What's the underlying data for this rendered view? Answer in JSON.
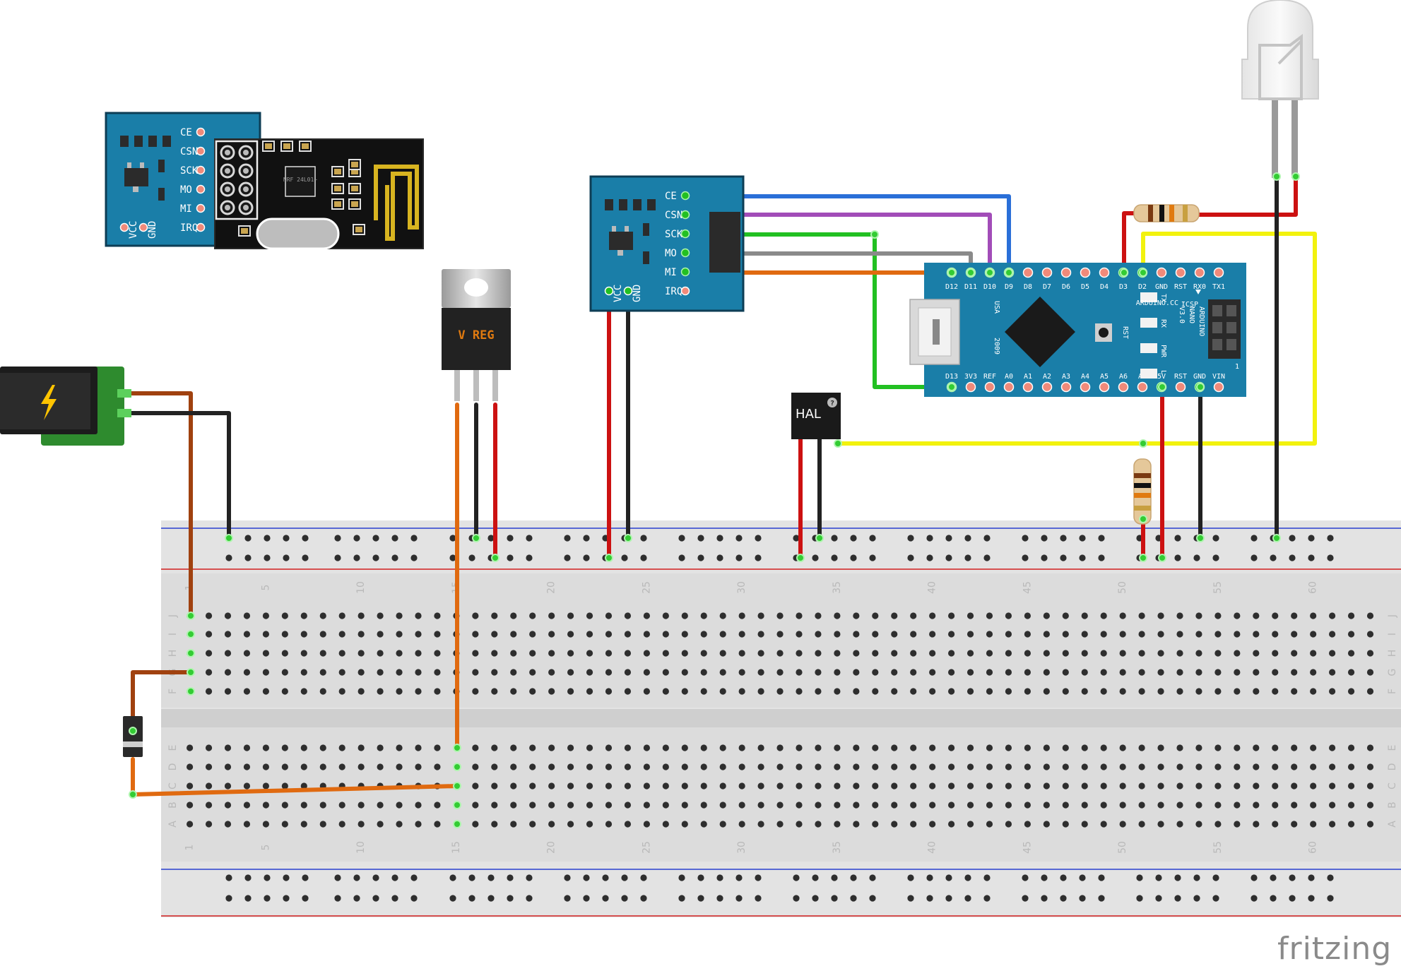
{
  "watermark": "fritzing",
  "modules": {
    "nrf_front": {
      "pins": [
        "CE",
        "CSN",
        "SCK",
        "MO",
        "MI",
        "IRQ"
      ],
      "bottom_pins": [
        "VCC",
        "GND"
      ]
    },
    "nrf_back": {
      "chip": "NRF 24L01+"
    },
    "nrf_connected": {
      "pins": [
        "CE",
        "CSN",
        "SCK",
        "MO",
        "MI",
        "IRQ"
      ],
      "bottom_pins": [
        "VCC",
        "GND"
      ]
    }
  },
  "regulator": {
    "label": "V REG"
  },
  "hall": {
    "label": "HAL",
    "badge": "?"
  },
  "arduino": {
    "top_pins": [
      "D12",
      "D11",
      "D10",
      "D9",
      "D8",
      "D7",
      "D6",
      "D5",
      "D4",
      "D3",
      "D2",
      "GND",
      "RST",
      "RX0",
      "TX1"
    ],
    "bottom_pins": [
      "D13",
      "3V3",
      "REF",
      "A0",
      "A1",
      "A2",
      "A3",
      "A4",
      "A5",
      "A6",
      "A7",
      "5V",
      "RST",
      "GND",
      "VIN"
    ],
    "brand": "ARDUINO.CC",
    "model": [
      "ARDUINO",
      "NANO",
      "V3.0"
    ],
    "usa": "USA",
    "year": "2009",
    "rst_button": "RST",
    "leds": [
      "TX",
      "RX",
      "PWR",
      "L"
    ],
    "icsp": "ICSP",
    "icsp_num": "1"
  },
  "breadboard": {
    "column_numbers": [
      "1",
      "5",
      "10",
      "15",
      "20",
      "25",
      "30",
      "35",
      "40",
      "45",
      "50",
      "55",
      "60"
    ],
    "rows_top": [
      "J",
      "I",
      "H",
      "G",
      "F"
    ],
    "rows_bottom": [
      "E",
      "D",
      "C",
      "B",
      "A"
    ]
  },
  "colors": {
    "pcb_blue": "#1a7ea8",
    "wire_red": "#cc1111",
    "wire_black": "#222222",
    "wire_yellow": "#f2f20d",
    "wire_green": "#22c022",
    "wire_orange": "#e06a10",
    "wire_brown": "#a0410f",
    "wire_blue": "#2a6fd8",
    "wire_purple": "#a24cb8",
    "wire_grey": "#8a8a8a"
  }
}
